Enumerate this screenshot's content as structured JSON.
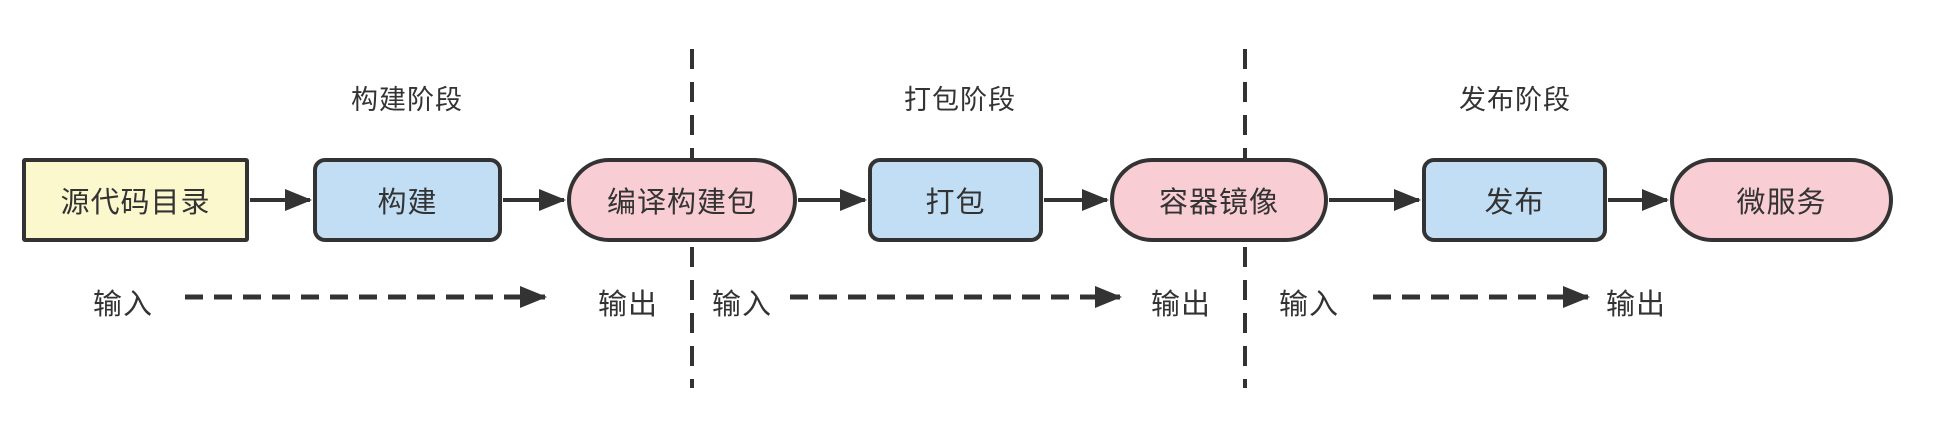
{
  "diagram": {
    "title": "ci-cd-pipeline-flow",
    "background": "#ffffff",
    "stroke_color": "#333333",
    "text_color": "#333333",
    "node_colors": {
      "source": "#FBF8CE",
      "action": "#C2DEF5",
      "artifact": "#F8CDD3"
    }
  },
  "phases": [
    {
      "label": "构建阶段"
    },
    {
      "label": "打包阶段"
    },
    {
      "label": "发布阶段"
    }
  ],
  "nodes": [
    {
      "id": "source-directory",
      "label": "源代码目录",
      "type": "source"
    },
    {
      "id": "build",
      "label": "构建",
      "type": "action"
    },
    {
      "id": "compiled-build-package",
      "label": "编译构建包",
      "type": "artifact"
    },
    {
      "id": "package",
      "label": "打包",
      "type": "action"
    },
    {
      "id": "container-image",
      "label": "容器镜像",
      "type": "artifact"
    },
    {
      "id": "release",
      "label": "发布",
      "type": "action"
    },
    {
      "id": "microservice",
      "label": "微服务",
      "type": "artifact"
    }
  ],
  "io_labels": [
    {
      "label": "输入"
    },
    {
      "label": "输出"
    },
    {
      "label": "输入"
    },
    {
      "label": "输出"
    },
    {
      "label": "输入"
    },
    {
      "label": "输出"
    }
  ]
}
